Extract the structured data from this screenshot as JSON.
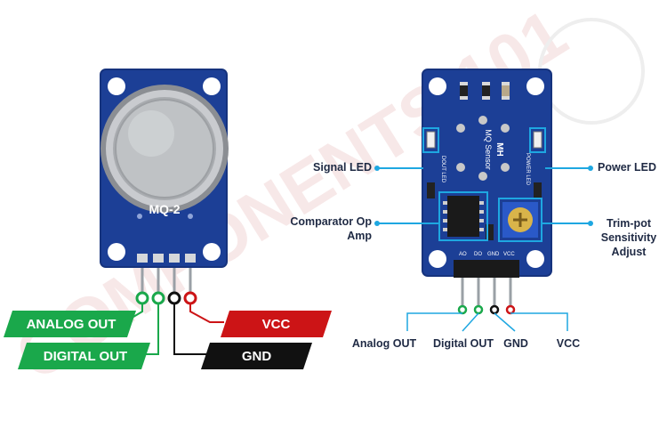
{
  "left_module": {
    "model_label": "MQ-2",
    "pins": {
      "analog_out": "ANALOG OUT",
      "digital_out": "DIGITAL OUT",
      "vcc": "VCC",
      "gnd": "GND"
    }
  },
  "right_module": {
    "board_text": {
      "brand": "MH",
      "name": "MQ Sensor",
      "dout_led": "DOUT LED",
      "power_led": "POWER LED",
      "pin_ao": "AO",
      "pin_do": "DO",
      "pin_gnd": "GND",
      "pin_vcc": "VCC"
    },
    "callouts": {
      "signal_led": "Signal LED",
      "comparator_line1": "Comparator Op",
      "comparator_line2": "Amp",
      "power_led": "Power LED",
      "trimpot_line1": "Trim-pot",
      "trimpot_line2": "Sensitivity",
      "trimpot_line3": "Adjust"
    },
    "pins": {
      "analog_out": "Analog OUT",
      "digital_out": "Digital OUT",
      "gnd": "GND",
      "vcc": "VCC"
    }
  },
  "watermark": "COMPONENTS 101",
  "colors": {
    "board_blue": "#1c3f96",
    "green": "#1aa84b",
    "red": "#cc1416",
    "black": "#111111",
    "callout_blue": "#1ea7e1",
    "label_navy": "#1f2a44"
  }
}
